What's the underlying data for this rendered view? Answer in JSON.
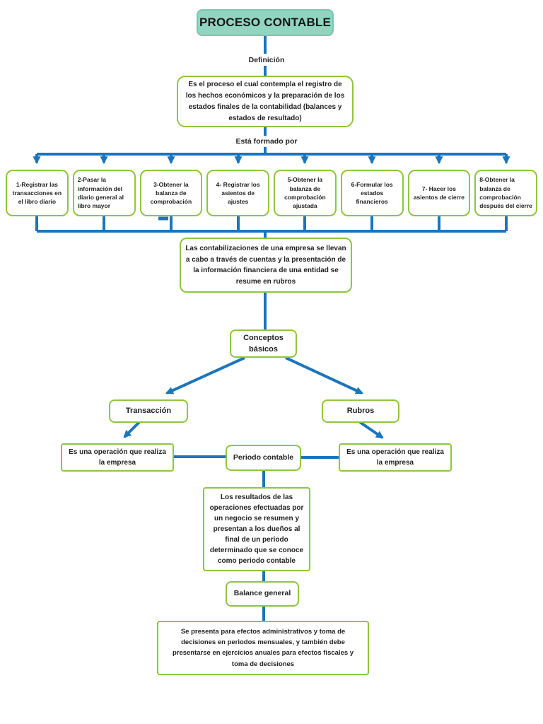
{
  "colors": {
    "line_blue": "#1B75BC",
    "box_border_green": "#8DC63F",
    "title_fill_mint": "#90D5BF"
  },
  "title": "PROCESO CONTABLE",
  "connector_labels": {
    "definition": "Definición",
    "formed_by": "Está formado por"
  },
  "definition_text": "Es el proceso el cual contempla el registro de los hechos económicos y la preparación de los estados finales de la contabilidad (balances y estados de resultado)",
  "steps": [
    {
      "label": "1-Registrar las transacciones en el libro diario"
    },
    {
      "label": "2-Pasar la información del diario general al libro mayor"
    },
    {
      "label": "3-Obtener la balanza de comprobación"
    },
    {
      "label": "4- Registrar los asientos de ajustes"
    },
    {
      "label": "5-Obtener la balanza de comprobación ajustada"
    },
    {
      "label": "6-Formular los estados financieros"
    },
    {
      "label": "7- Hacer los asientos de cierre"
    },
    {
      "label": "8-Obtener la balanza de comprobación después del cierre"
    }
  ],
  "summary_text": "Las contabilizaciones de una empresa se llevan a cabo a través de cuentas y la presentación de la información financiera de una entidad se resume en rubros",
  "concepts": {
    "node_label": "Conceptos básicos",
    "transaction_label": "Transacción",
    "rubros_label": "Rubros",
    "transaction_definition": "Es una operación que realiza la empresa",
    "rubros_definition": "Es una operación que realiza la empresa",
    "period_label": "Periodo contable",
    "period_definition": "Los resultados de las operaciones efectuadas por un negocio se resumen y presentan a los dueños al final de un periodo determinado que se conoce como periodo contable",
    "balance_label": "Balance general",
    "balance_definition": "Se presenta para efectos administrativos y toma de decisiones en periodos mensuales, y también debe presentarse en ejercicios anuales para efectos fiscales y toma de decisiones"
  }
}
